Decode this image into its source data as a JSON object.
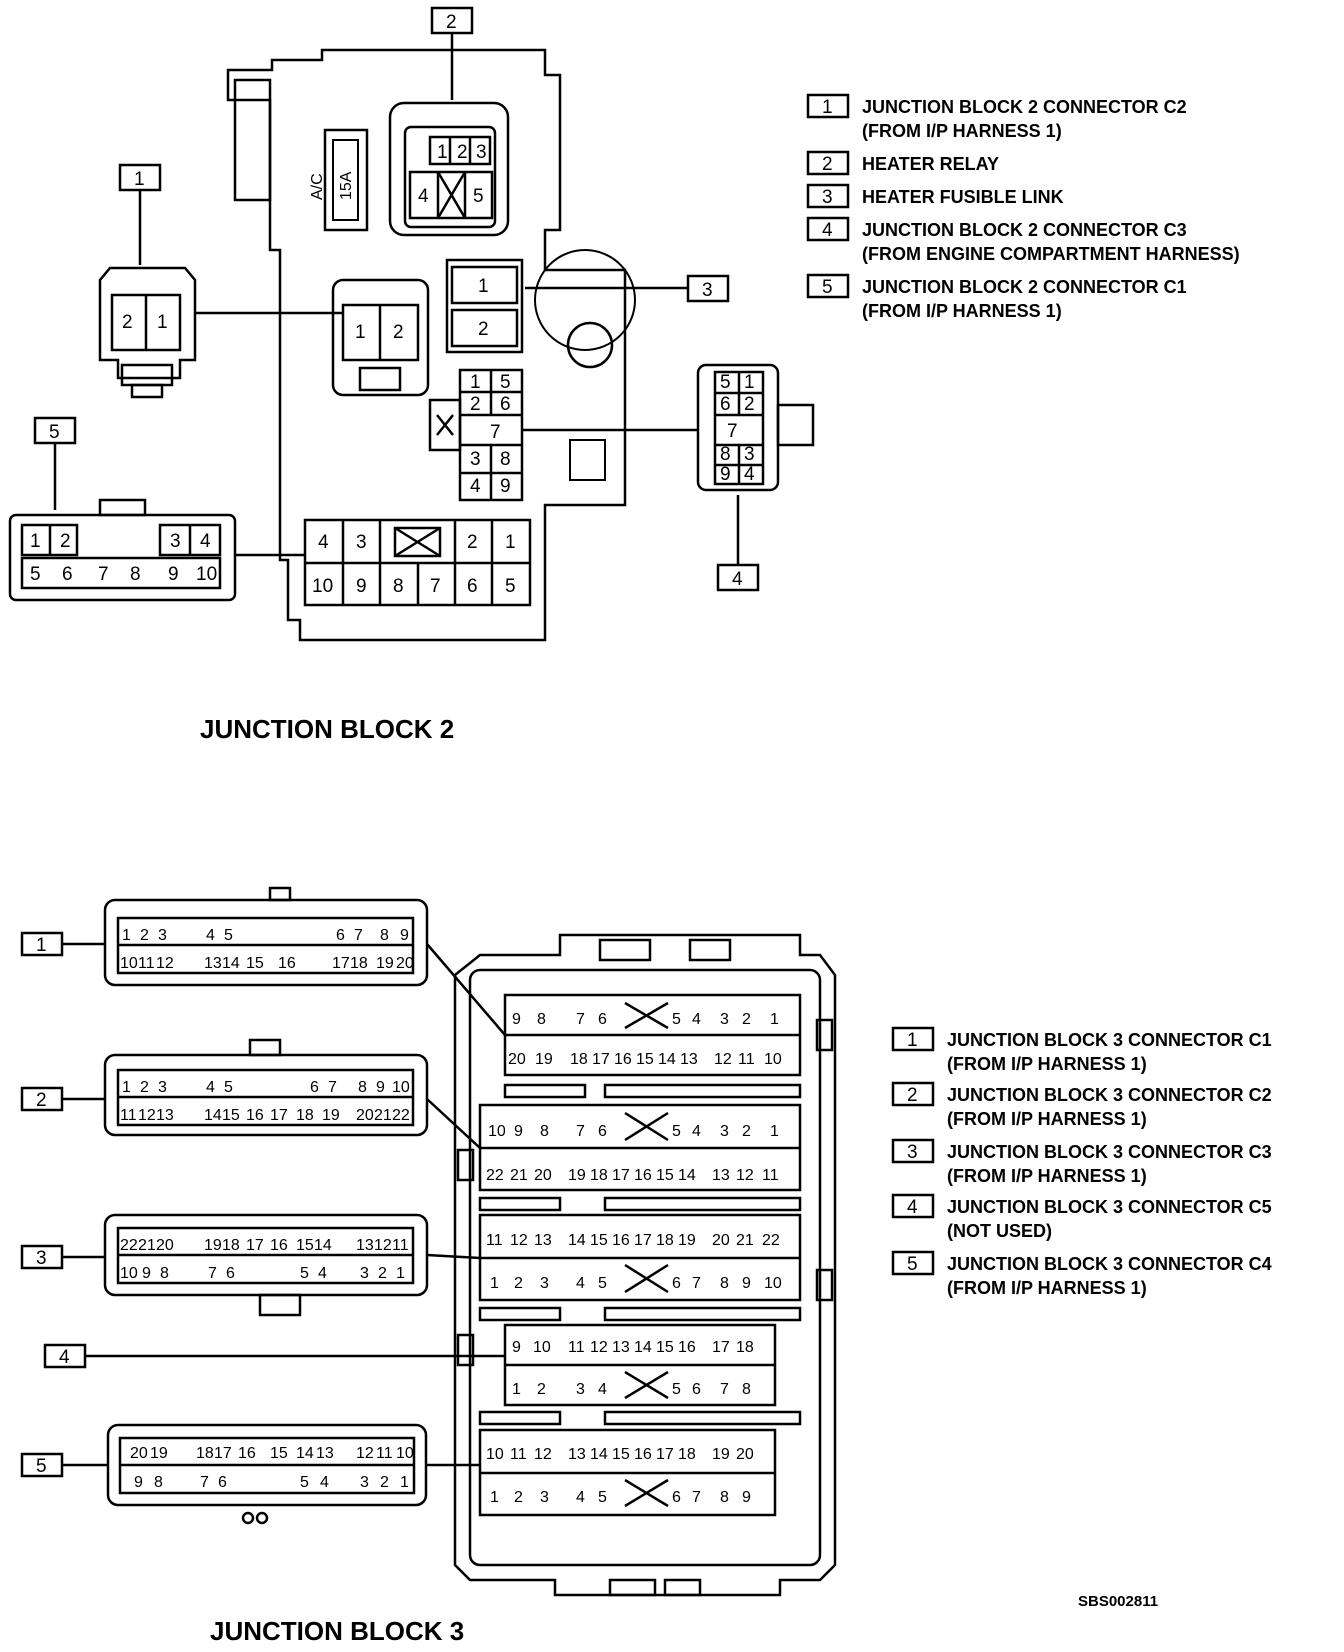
{
  "jb2": {
    "title": "JUNCTION BLOCK 2",
    "fuse_label": "A/C",
    "fuse_rating": "15A",
    "legend": [
      {
        "num": "1",
        "line1": "JUNCTION BLOCK 2 CONNECTOR C2",
        "line2": "(FROM I/P HARNESS 1)"
      },
      {
        "num": "2",
        "line1": "HEATER RELAY",
        "line2": ""
      },
      {
        "num": "3",
        "line1": "HEATER FUSIBLE LINK",
        "line2": ""
      },
      {
        "num": "4",
        "line1": "JUNCTION BLOCK 2 CONNECTOR C3",
        "line2": "(FROM ENGINE COMPARTMENT HARNESS)"
      },
      {
        "num": "5",
        "line1": "JUNCTION BLOCK 2 CONNECTOR C1",
        "line2": "(FROM I/P HARNESS 1)"
      }
    ],
    "callouts": [
      "1",
      "2",
      "3",
      "4",
      "5"
    ]
  },
  "jb3": {
    "title": "JUNCTION BLOCK 3",
    "legend": [
      {
        "num": "1",
        "line1": "JUNCTION BLOCK 3 CONNECTOR C1",
        "line2": "(FROM I/P HARNESS 1)"
      },
      {
        "num": "2",
        "line1": "JUNCTION BLOCK 3 CONNECTOR C2",
        "line2": "(FROM I/P HARNESS 1)"
      },
      {
        "num": "3",
        "line1": "JUNCTION BLOCK 3 CONNECTOR C3",
        "line2": "(FROM I/P HARNESS 1)"
      },
      {
        "num": "4",
        "line1": "JUNCTION BLOCK 3 CONNECTOR C5",
        "line2": "(NOT USED)"
      },
      {
        "num": "5",
        "line1": "JUNCTION BLOCK 3 CONNECTOR C4",
        "line2": "(FROM I/P HARNESS 1)"
      }
    ],
    "callouts": [
      "1",
      "2",
      "3",
      "4",
      "5"
    ]
  },
  "code": "SBS002811"
}
